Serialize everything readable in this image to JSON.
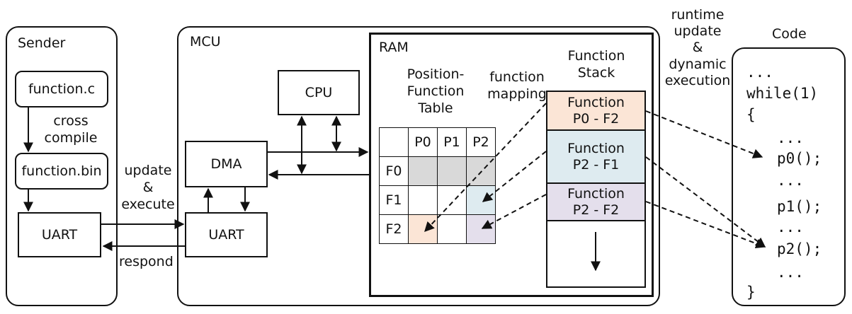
{
  "sender": {
    "title": "Sender",
    "function_c": "function.c",
    "cross_compile": [
      "cross",
      "compile"
    ],
    "function_bin": "function.bin",
    "uart": "UART"
  },
  "link": {
    "update_execute": [
      "update",
      "&",
      "execute"
    ],
    "respond": "respond"
  },
  "mcu": {
    "title": "MCU",
    "cpu": "CPU",
    "dma": "DMA",
    "uart": "UART"
  },
  "ram": {
    "title": "RAM",
    "table_title": [
      "Position-",
      "Function",
      "Table"
    ],
    "function_mapping": [
      "function",
      "mapping"
    ],
    "stack_title": [
      "Function",
      "Stack"
    ],
    "columns": [
      "P0",
      "P1",
      "P2"
    ],
    "rows": [
      "F0",
      "F1",
      "F2"
    ],
    "stack_entries": [
      {
        "line1": "Function",
        "line2": "P0 - F2",
        "color": "#fbe5d6"
      },
      {
        "line1": "Function",
        "line2": "P2 - F1",
        "color": "#deebf0"
      },
      {
        "line1": "Function",
        "line2": "P2 - F2",
        "color": "#e4dfec"
      }
    ],
    "used_color": "#d9d9d9"
  },
  "runtime": [
    "runtime",
    "update",
    "&",
    "dynamic",
    "execution"
  ],
  "code": {
    "title": "Code",
    "lines": [
      "...",
      "while(1)",
      "{",
      "...",
      "p0();",
      "...",
      "p1();",
      "...",
      "p2();",
      "...",
      "}"
    ]
  }
}
